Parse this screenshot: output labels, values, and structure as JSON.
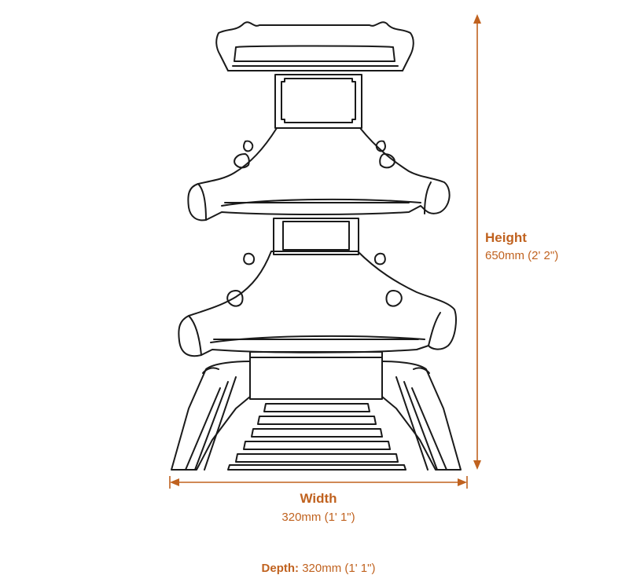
{
  "colors": {
    "accent": "#c0621f",
    "outline": "#1a1a1a",
    "text_value": "#c0621f"
  },
  "illustration": {
    "icon": "pagoda-lantern-line-drawing"
  },
  "dimensions": {
    "height": {
      "label": "Height",
      "value": "650mm (2' 2\")"
    },
    "width": {
      "label": "Width",
      "value": "320mm (1' 1\")"
    },
    "depth": {
      "label": "Depth:",
      "value": "320mm (1' 1\")"
    }
  }
}
